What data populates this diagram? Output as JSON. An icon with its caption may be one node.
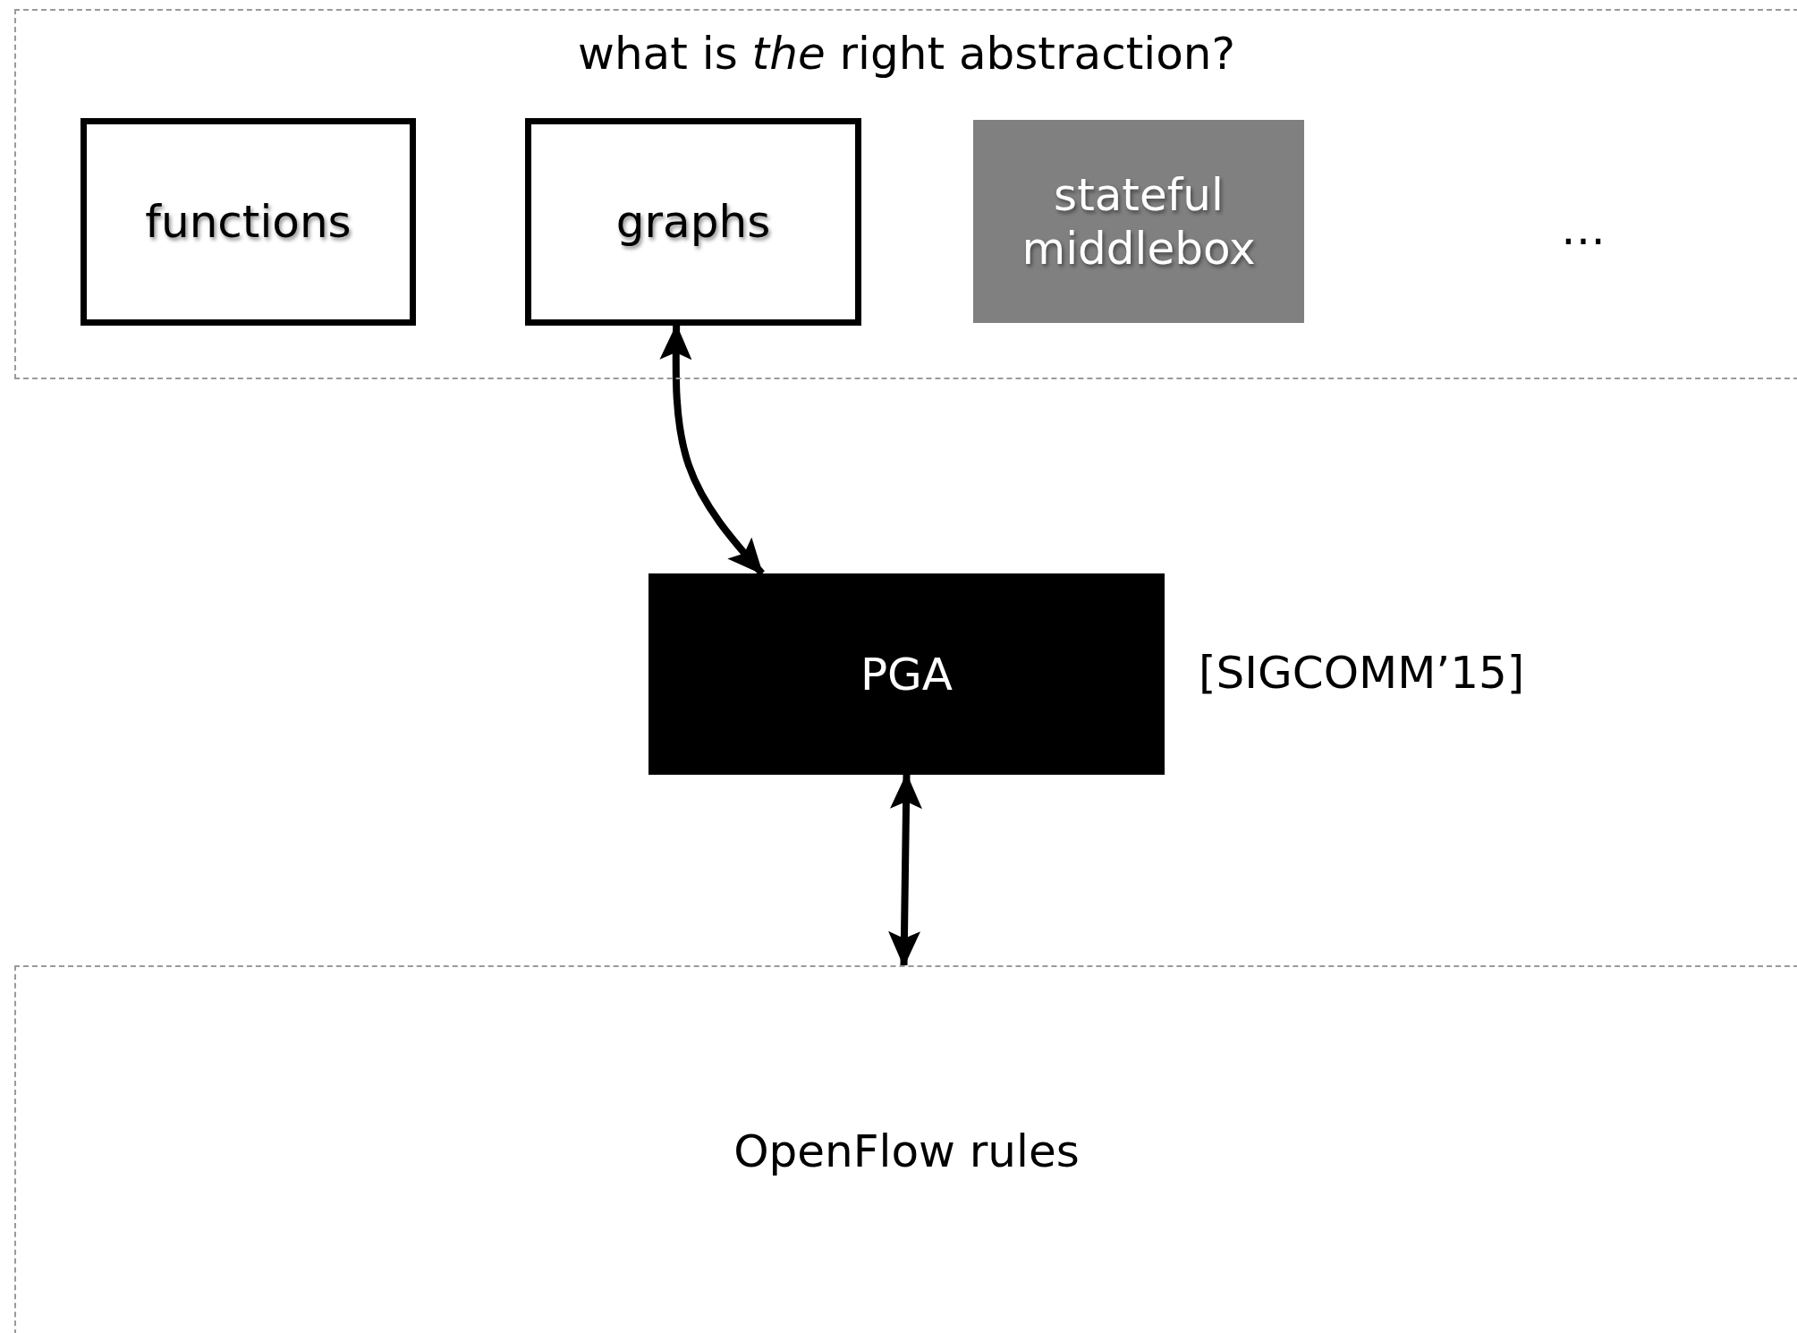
{
  "diagram": {
    "nodes": [
      {
        "text": [
          "what is *the* right abstraction?"
        ]
      },
      {
        "text": [
          "functions"
        ],
        "in": 0
      },
      {
        "text": [
          "graphs"
        ],
        "in": 0
      },
      {
        "text": [
          "stateful middlebox"
        ],
        "in": 0
      },
      {
        "text": [
          "PGA"
        ],
        "beside": [
          "[SIGCOMM’15]"
        ]
      },
      {
        "text": [
          "OpenFlow rules"
        ]
      }
    ],
    "edges": [
      {
        "from": 2,
        "to": 4,
        "arrow": "both"
      },
      {
        "from": 4,
        "to": 5,
        "arrow": "both"
      }
    ],
    "labels": [
      "…"
    ]
  }
}
